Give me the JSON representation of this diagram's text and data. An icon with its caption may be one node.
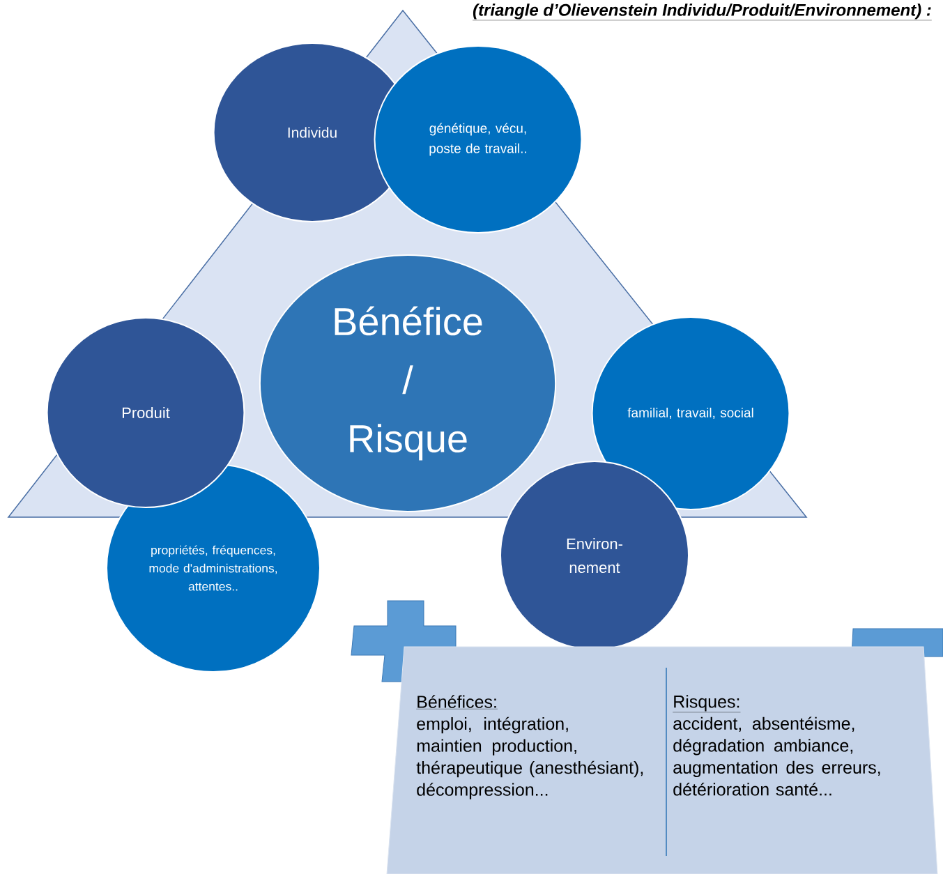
{
  "diagram": {
    "title": "(triangle d’Olievenstein Individu/Produit/Environnement) :",
    "nodes": [
      {
        "text": [
          "Individu"
        ]
      },
      {
        "text": [
          "génétique, vécu, poste de travail.."
        ]
      },
      {
        "text": [
          "Bénéfice / Risque"
        ]
      },
      {
        "text": [
          "Produit"
        ]
      },
      {
        "text": [
          "propriétés, fréquences, mode d'administrations, attentes.."
        ]
      },
      {
        "text": [
          "familial, travail, social"
        ]
      },
      {
        "text": [
          "Environ- nement"
        ]
      },
      {
        "text": [
          "Bénéfices:",
          "emploi, intégration, maintien production, thérapeutique (anesthésiant), décompression...",
          "Risques:",
          "accident, absentéisme, dégradation ambiance, augmentation des erreurs, détérioration santé..."
        ]
      }
    ]
  }
}
